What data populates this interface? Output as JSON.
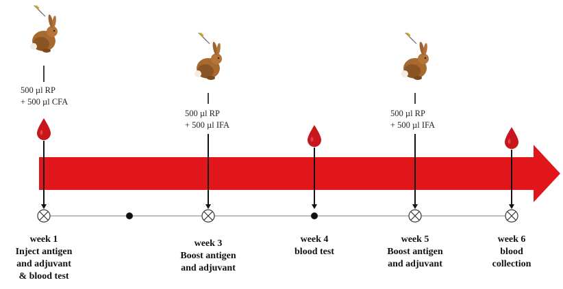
{
  "events": [
    {
      "week_label": "week 1",
      "desc": [
        "Inject antigen",
        "and adjuvant",
        "& blood test"
      ],
      "dose": [
        "500 µl RP",
        "+ 500 µl CFA"
      ],
      "rabbit": true,
      "blood_drop": true,
      "marker": "crossed-circle"
    },
    {
      "marker": "dot"
    },
    {
      "week_label": "week 3",
      "desc": [
        "Boost antigen",
        "and adjuvant"
      ],
      "dose": [
        "500 µl RP",
        "+ 500 µl IFA"
      ],
      "rabbit": true,
      "blood_drop": false,
      "marker": "crossed-circle"
    },
    {
      "week_label": "week 4",
      "desc": [
        "blood test"
      ],
      "rabbit": false,
      "blood_drop": true,
      "marker": "dot"
    },
    {
      "week_label": "week 5",
      "desc": [
        "Boost antigen",
        "and adjuvant"
      ],
      "dose": [
        "500 µl RP",
        "+ 500 µl IFA"
      ],
      "rabbit": true,
      "blood_drop": false,
      "marker": "crossed-circle"
    },
    {
      "week_label": "week 6",
      "desc": [
        "blood",
        "collection"
      ],
      "rabbit": false,
      "blood_drop": true,
      "marker": "crossed-circle"
    }
  ],
  "colors": {
    "arrow": "#e0161b",
    "blood": "#c8161d",
    "line": "#999999",
    "text": "#111111",
    "rabbit_fur": "#a8692e"
  }
}
